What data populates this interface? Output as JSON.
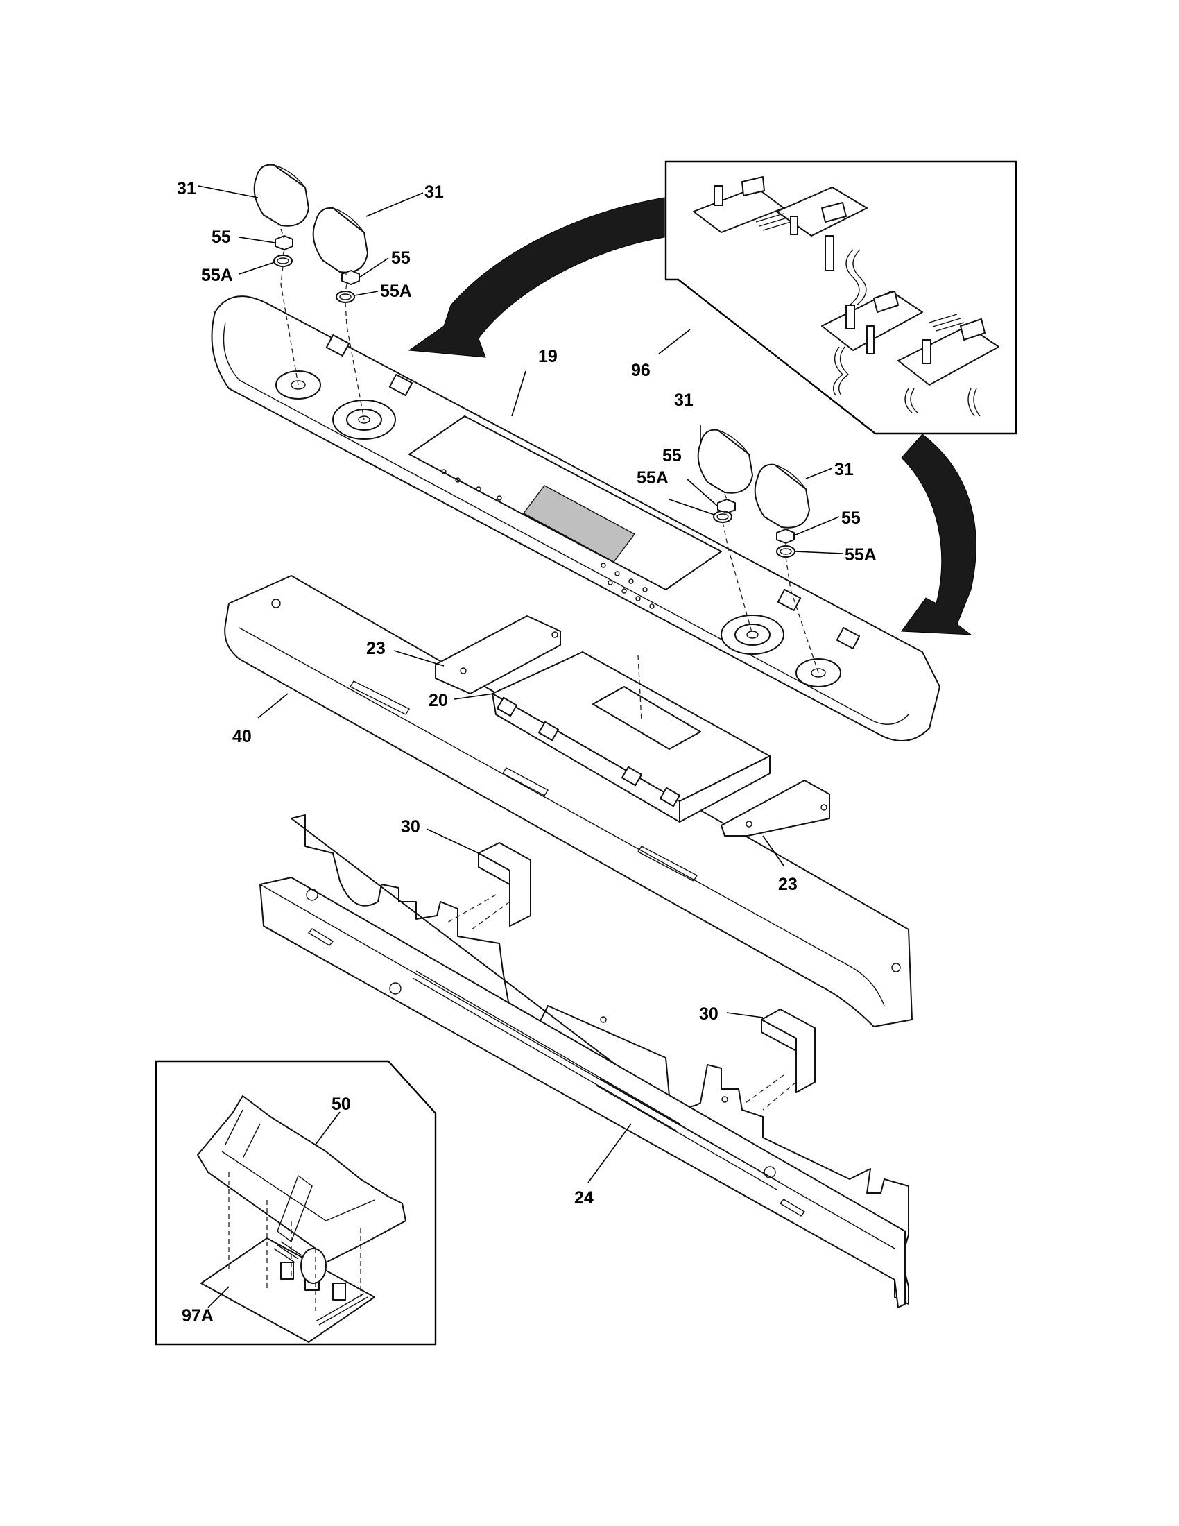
{
  "labels": {
    "knob_tl": "31",
    "knob_tr": "31",
    "knob_mr": "31",
    "knob_br": "31",
    "nut_tl": "55",
    "nut_tr": "55",
    "nut_mr": "55",
    "nut_br": "55",
    "ring_tl": "55A",
    "ring_tr": "55A",
    "ring_mr": "55A",
    "ring_br": "55A",
    "panel": "19",
    "inset_boards": "96",
    "bracket_upper": "23",
    "bracket_lower": "23",
    "control_board": "20",
    "trim": "40",
    "clip_upper": "30",
    "clip_lower": "30",
    "backplate": "24",
    "inset_holder": "50",
    "inset_board": "97A"
  },
  "colors": {
    "ink": "#111111",
    "paper": "#ffffff",
    "display": "#bfbfbf",
    "arrow": "#1a1a1a"
  }
}
